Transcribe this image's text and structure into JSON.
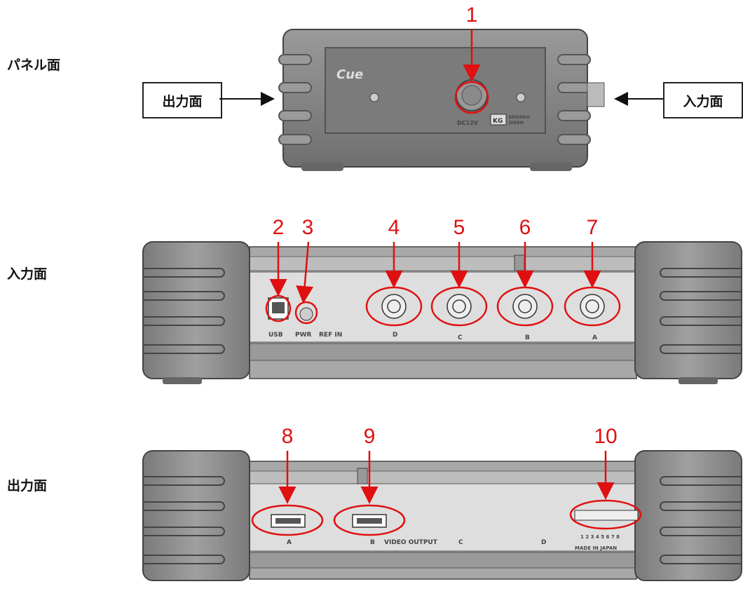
{
  "sections": {
    "panel": "パネル面",
    "input": "入力面",
    "output": "出力面"
  },
  "callouts": {
    "left": "出力面",
    "right": "入力面"
  },
  "panel_text": {
    "power": "DC12V",
    "maker_line1": "KEISOKU",
    "maker_line2": "GIKEN",
    "maker_logo": "KG",
    "brand_logo": "Cue"
  },
  "input_labels": {
    "usb": "USB",
    "pwr": "PWR",
    "ref": "REF IN",
    "d": "D",
    "c": "C",
    "b": "B",
    "a": "A"
  },
  "output_labels": {
    "a": "A",
    "b": "B",
    "video": "VIDEO OUTPUT",
    "c": "C",
    "d": "D",
    "dip_nums": "1 2 3 4 5 6 7 8",
    "made": "MADE IN JAPAN"
  },
  "numbers": [
    "1",
    "2",
    "3",
    "4",
    "5",
    "6",
    "7",
    "8",
    "9",
    "10"
  ],
  "colors": {
    "highlight": "#e01010",
    "body": "#8a8a8a",
    "body_dark": "#6a6a6a",
    "plate": "#cfcfcf"
  }
}
